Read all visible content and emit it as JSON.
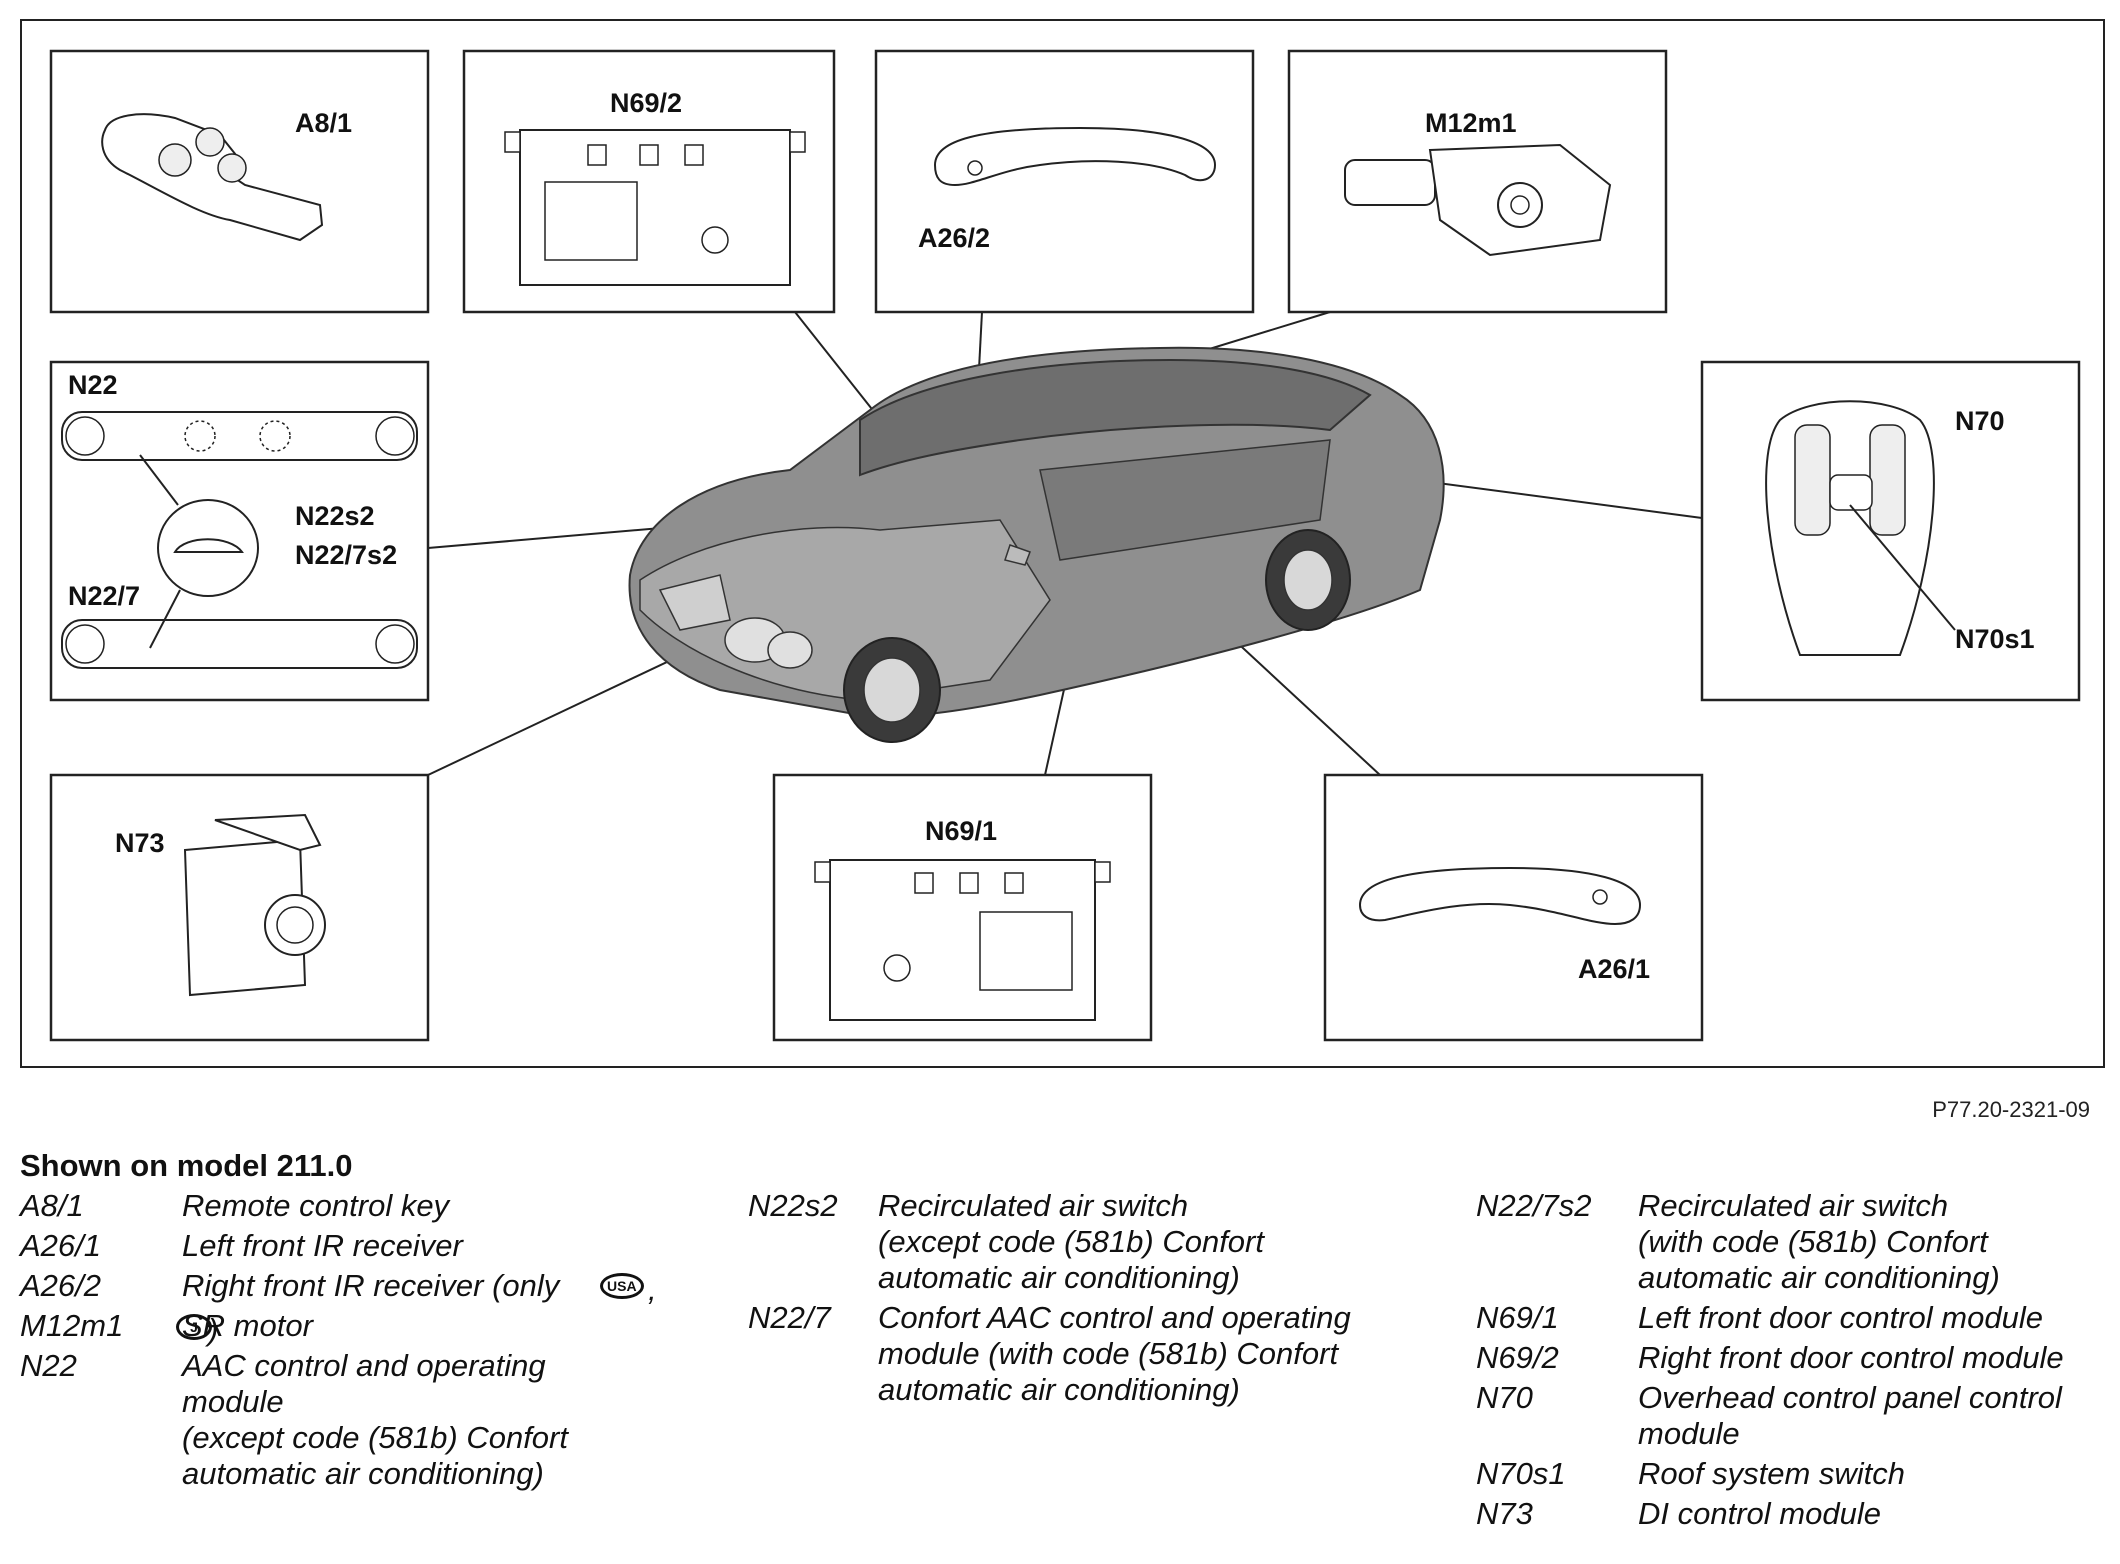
{
  "diagram": {
    "callouts": {
      "a8_1": "A8/1",
      "n69_2": "N69/2",
      "a26_2": "A26/2",
      "m12m1": "M12m1",
      "n22": "N22",
      "n22s2": "N22s2",
      "n22_7s2": "N22/7s2",
      "n22_7": "N22/7",
      "n70": "N70",
      "n70s1": "N70s1",
      "n73": "N73",
      "n69_1": "N69/1",
      "a26_1": "A26/1"
    },
    "figure_id": "P77.20-2321-09"
  },
  "legend": {
    "title": "Shown on model 211.0",
    "col1": [
      {
        "code": "A8/1",
        "desc": "Remote control key"
      },
      {
        "code": "A26/1",
        "desc": "Left front IR receiver"
      },
      {
        "code": "A26/2",
        "desc": "Right front IR receiver (only"
      },
      {
        "code": "M12m1",
        "desc": "SR motor"
      },
      {
        "code": "N22",
        "desc": "AAC control and operating\nmodule\n(except code (581b) Confort\nautomatic air conditioning)"
      }
    ],
    "col2": [
      {
        "code": "N22s2",
        "desc": "Recirculated air switch\n(except code (581b) Confort\nautomatic air conditioning)"
      },
      {
        "code": "N22/7",
        "desc": "Confort AAC control and operating\nmodule (with code (581b) Confort\nautomatic air conditioning)"
      }
    ],
    "col3": [
      {
        "code": "N22/7s2",
        "desc": "Recirculated air switch\n(with code (581b) Confort\nautomatic air conditioning)"
      },
      {
        "code": "N69/1",
        "desc": "Left front door control module"
      },
      {
        "code": "N69/2",
        "desc": "Right front door control module"
      },
      {
        "code": "N70",
        "desc": "Overhead control panel control\nmodule"
      },
      {
        "code": "N70s1",
        "desc": "Roof system switch"
      },
      {
        "code": "N73",
        "desc": "DI control module"
      }
    ],
    "badge_usa": "USA",
    "badge_j": "J",
    "comma": ",",
    "paren": ")"
  }
}
